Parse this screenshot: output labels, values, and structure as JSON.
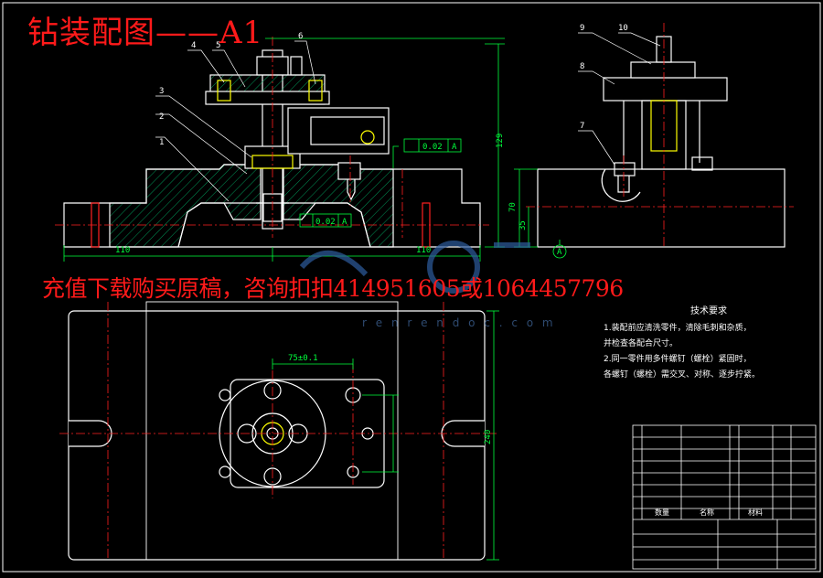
{
  "title": "钻装配图——A1",
  "promo_text": "充值下载购买原稿，咨询扣扣414951605或1064457796",
  "watermark": "r e n r e n d o c . c o m",
  "colors": {
    "background": "#000000",
    "lines": "#ffffff",
    "centerline": "#ff2020",
    "dimensions": "#00ff3c",
    "hatch": "#00e07a",
    "title_red": "#ff1a1a",
    "watermark_blue": "#2e5d9e"
  },
  "dimensions": {
    "width_left": "110",
    "width_right": "110",
    "height_front": "129",
    "height_side": "70",
    "height_base": "35",
    "plan_length": "240",
    "bolt_spacing": "75±0.1",
    "flatness": "0.02",
    "perpendicularity": "0.02"
  },
  "datum": "A",
  "part_numbers": [
    "1",
    "2",
    "3",
    "4",
    "5",
    "6",
    "7",
    "8",
    "9",
    "10"
  ],
  "tech_notes": {
    "heading": "技术要求",
    "lines": [
      "1.装配前应清洗零件，清除毛刺和杂质，",
      "  并检查各配合尺寸。",
      "2.同一零件用多件螺钉（螺栓）紧固时，",
      "  各螺钉（螺栓）需交叉、对称、逐步拧紧。"
    ]
  },
  "title_block": {
    "quantity_header": "数量",
    "name_header": "名称",
    "material_header": "材料"
  }
}
